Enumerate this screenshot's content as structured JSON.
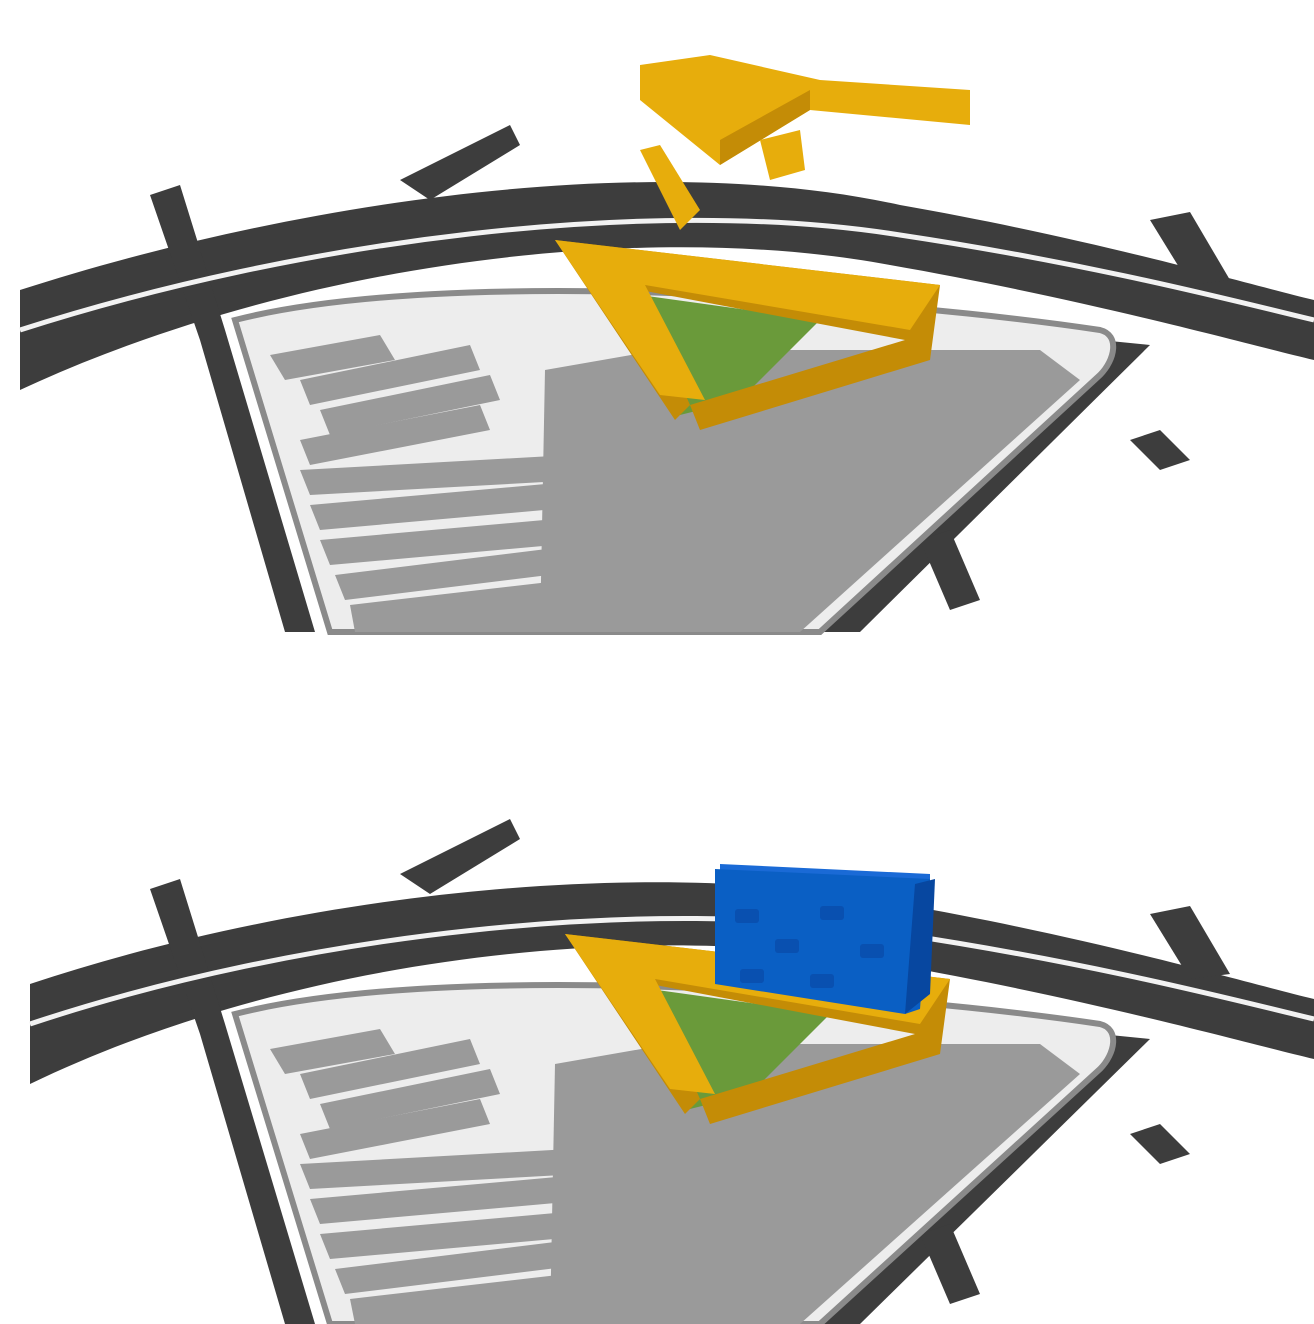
{
  "panels": [
    {
      "id": "existing-massing-exploded",
      "elements": [
        "roads",
        "site-boundary",
        "existing-buildings",
        "courtyard-garden",
        "yellow-triangular-block",
        "floating-yellow-massing"
      ]
    },
    {
      "id": "proposed-blue-volume",
      "elements": [
        "roads",
        "site-boundary",
        "existing-buildings",
        "courtyard-garden",
        "yellow-triangular-block",
        "blue-box-volume"
      ]
    }
  ],
  "colors": {
    "road": "#3d3d3d",
    "road_line": "#f2f2f2",
    "site_plinth": "#ededed",
    "building": "#9a9a9a",
    "building_dark": "#7c7c7c",
    "massing_yellow": "#e7ad0c",
    "massing_yellow_dark": "#c48c06",
    "courtyard_green": "#6a9a3a",
    "volume_blue": "#0a5fc4",
    "volume_blue_dark": "#0747a0"
  }
}
